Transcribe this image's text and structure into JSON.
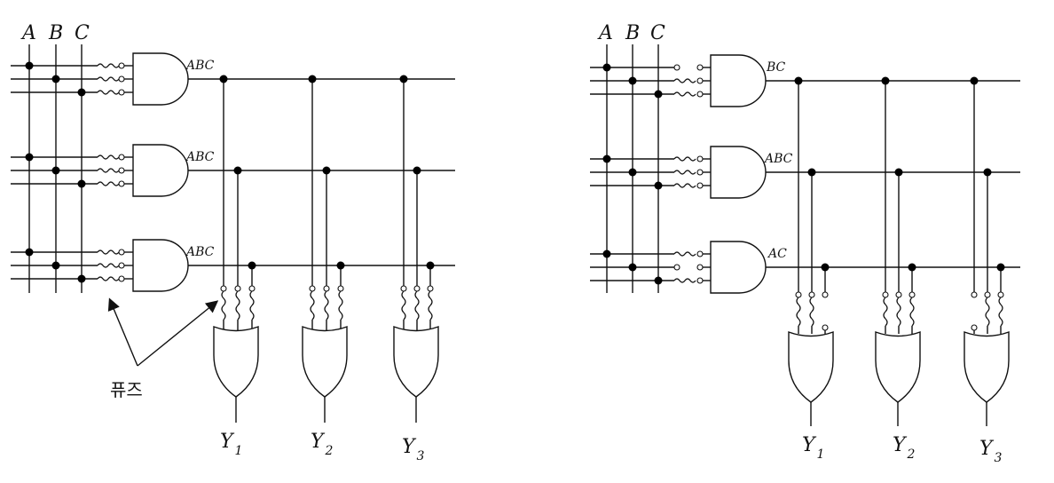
{
  "diagrams": [
    {
      "input_labels": [
        "A",
        "B",
        "C"
      ],
      "and_gate_labels": [
        "ABC",
        "ABC",
        "ABC"
      ],
      "output_labels": [
        {
          "main": "Y",
          "sub": "1"
        },
        {
          "main": "Y",
          "sub": "2"
        },
        {
          "main": "Y",
          "sub": "3"
        }
      ],
      "annotation": "퓨즈"
    },
    {
      "input_labels": [
        "A",
        "B",
        "C"
      ],
      "and_gate_labels": [
        "BC",
        "ABC",
        "AC"
      ],
      "output_labels": [
        {
          "main": "Y",
          "sub": "1"
        },
        {
          "main": "Y",
          "sub": "2"
        },
        {
          "main": "Y",
          "sub": "3"
        }
      ]
    }
  ]
}
